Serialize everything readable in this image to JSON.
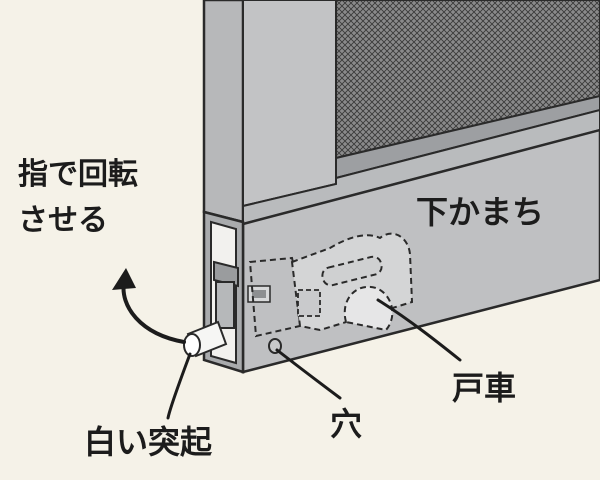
{
  "labels": {
    "rotate_line1": "指で回転",
    "rotate_line2": "させる",
    "bottom_rail": "下かまち",
    "door_roller": "戸車",
    "hole": "穴",
    "white_protrusion": "白い突起"
  },
  "colors": {
    "background": "#f5f2e8",
    "frame": "#b7b8ba",
    "frame_dark": "#8e9093",
    "mesh": "#6f6f70",
    "outline": "#2a2a2a"
  }
}
